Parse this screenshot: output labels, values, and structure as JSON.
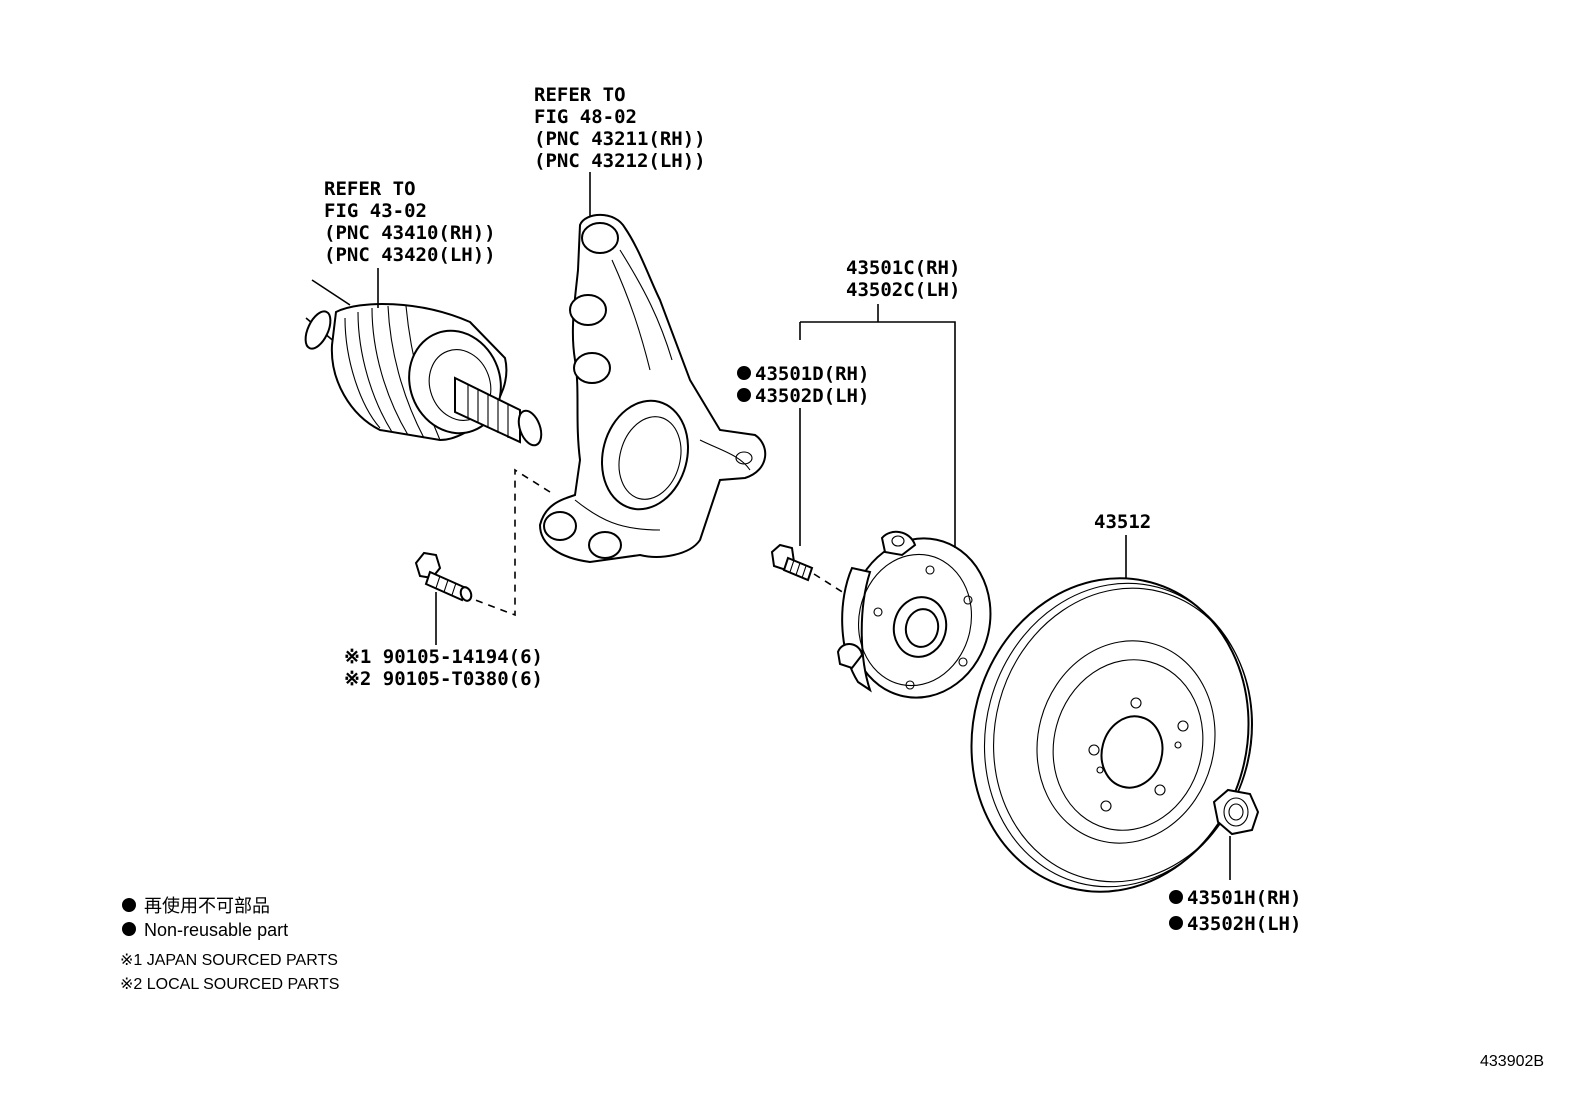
{
  "callouts": {
    "axle_shaft": {
      "line1": "REFER TO",
      "line2": "FIG 43-02",
      "line3": "(PNC 43410(RH))",
      "line4": "(PNC 43420(LH))"
    },
    "knuckle": {
      "line1": "REFER TO",
      "line2": "FIG 48-02",
      "line3": "(PNC 43211(RH))",
      "line4": "(PNC 43212(LH))"
    },
    "hub_assembly": {
      "line1": "43501C(RH)",
      "line2": "43502C(LH)"
    },
    "hub_bolt": {
      "line1": "43501D(RH)",
      "line2": "43502D(LH)"
    },
    "disc": {
      "line1": "43512"
    },
    "hub_nut": {
      "line1": "43501H(RH)",
      "line2": "43502H(LH)"
    },
    "knuckle_bolt": {
      "line1": "※1 90105-14194(6)",
      "line2": "※2 90105-T0380(6)"
    }
  },
  "legend": {
    "non_reusable_jp": "再使用不可部品",
    "non_reusable_en": "Non-reusable part",
    "japan_sourced": "※1 JAPAN SOURCED PARTS",
    "local_sourced": "※2 LOCAL SOURCED PARTS"
  },
  "figure_code": "433902B"
}
